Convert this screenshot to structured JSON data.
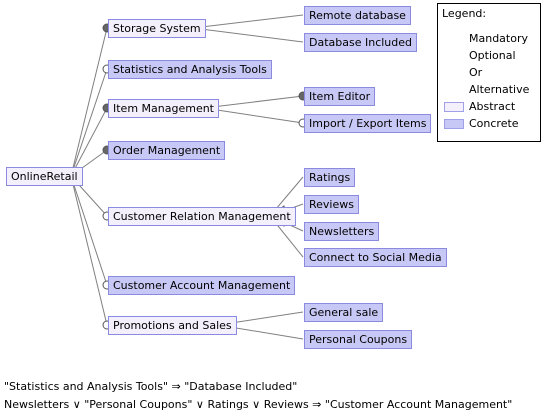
{
  "root": "OnlineRetail",
  "features": {
    "storage": "Storage System",
    "stats": "Statistics and Analysis Tools",
    "itemmgmt": "Item Management",
    "order": "Order Management",
    "crm": "Customer Relation Management",
    "account": "Customer Account Management",
    "promo": "Promotions and Sales",
    "remote": "Remote database",
    "dbincluded": "Database Included",
    "itemeditor": "Item Editor",
    "importexport": "Import / Export Items",
    "ratings": "Ratings",
    "reviews": "Reviews",
    "newsletters": "Newsletters",
    "social": "Connect to Social Media",
    "general": "General sale",
    "coupons": "Personal Coupons"
  },
  "relations": {
    "storage": "mandatory",
    "stats": "optional",
    "itemmgmt": "mandatory",
    "order": "mandatory",
    "crm": "optional",
    "account": "optional",
    "promo": "optional",
    "itemeditor": "mandatory",
    "importexport": "optional",
    "crm_group": "or",
    "promo_group": "alternative",
    "storage_group": "none"
  },
  "legend": {
    "title": "Legend:",
    "mandatory": "Mandatory",
    "optional": "Optional",
    "or": "Or",
    "alternative": "Alternative",
    "abstract": "Abstract",
    "concrete": "Concrete"
  },
  "colors": {
    "abstract": "#f3f0fb",
    "concrete": "#c8c8f6",
    "border": "#8a8ae0",
    "edge": "#808080"
  },
  "constraints": [
    "\"Statistics and Analysis Tools\" ⇒ \"Database Included\"",
    "Newsletters ∨ \"Personal Coupons\" ∨ Ratings ∨ Reviews ⇒ \"Customer Account Management\""
  ]
}
